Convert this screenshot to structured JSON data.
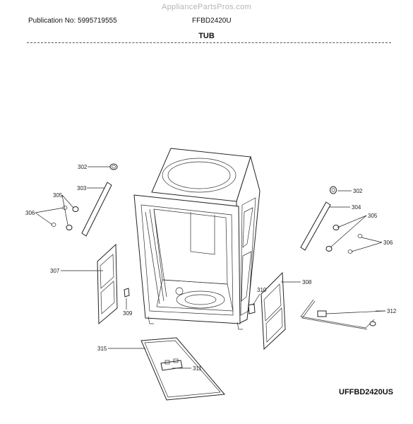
{
  "watermark": "AppliancePartsPros.com",
  "header": {
    "publication": "Publication No: 5995719555",
    "model": "FFBD2420U",
    "section_title": "TUB"
  },
  "footer": {
    "code": "UFFBD2420US"
  },
  "callouts": {
    "c302_left": "302",
    "c303": "303",
    "c305_left": "305",
    "c306_left": "306",
    "c307": "307",
    "c309": "309",
    "c315": "315",
    "c311": "311",
    "c310": "310",
    "c308": "308",
    "c302_right": "302",
    "c304": "304",
    "c305_right": "305",
    "c306_right": "306",
    "c312": "312"
  }
}
